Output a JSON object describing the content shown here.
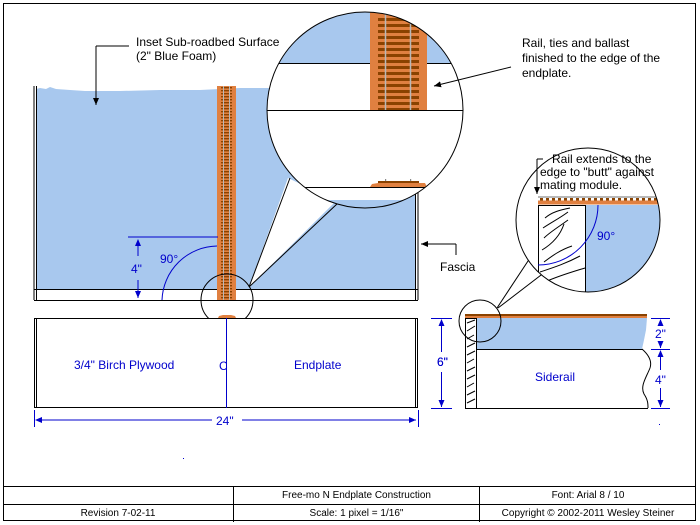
{
  "colors": {
    "foam": "#a8c8ee",
    "ballast": "#e08040",
    "ties": "#8a4200",
    "rail": "#b8b8b8",
    "dimension": "#0000cc",
    "line": "#000000"
  },
  "labels": {
    "inset_surface_line1": "Inset Sub-roadbed Surface",
    "inset_surface_line2": "(2\" Blue Foam)",
    "rail_ties_line1": "Rail, ties and ballast",
    "rail_ties_line2": "finished to the edge of the",
    "rail_ties_line3": "endplate.",
    "rail_extends_line1": "Rail extends to the",
    "rail_extends_line2": "edge to \"butt\" against",
    "rail_extends_line3": "mating module.",
    "fascia": "Fascia",
    "angle_main": "90°",
    "angle_detail": "90°",
    "dim_4_main": "4\"",
    "dim_6_endplate": "6\"",
    "dim_24": "24\"",
    "dim_6_siderail": "6\"",
    "dim_2": "2\"",
    "dim_4_siderail": "4\"",
    "plywood": "3/4\" Birch Plywood",
    "endplate": "Endplate",
    "centerline": "C",
    "siderail": "Siderail"
  },
  "title_block": {
    "row1": [
      "",
      "Free-mo N Endplate Construction",
      "Font: Arial 8 / 10"
    ],
    "row2": [
      "Revision 7-02-11",
      "Scale: 1 pixel = 1/16\"",
      "Copyright © 2002-2011 Wesley Steiner"
    ]
  }
}
